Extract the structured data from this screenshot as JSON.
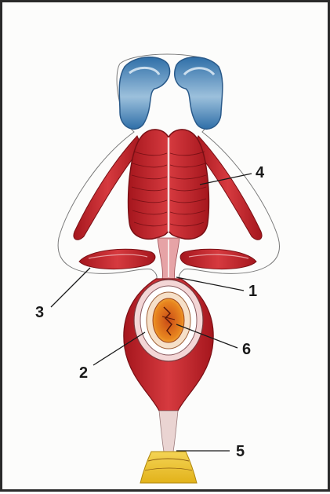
{
  "labels": {
    "l1": "1",
    "l2": "2",
    "l3": "3",
    "l4": "4",
    "l5": "5",
    "l6": "6"
  },
  "colors": {
    "muscle": "#c8232a",
    "muscle_dark": "#8e1418",
    "cartilage": "#4a86b8",
    "fat": "#e8c02a",
    "core": "#e07a1e",
    "outline": "#555555"
  }
}
